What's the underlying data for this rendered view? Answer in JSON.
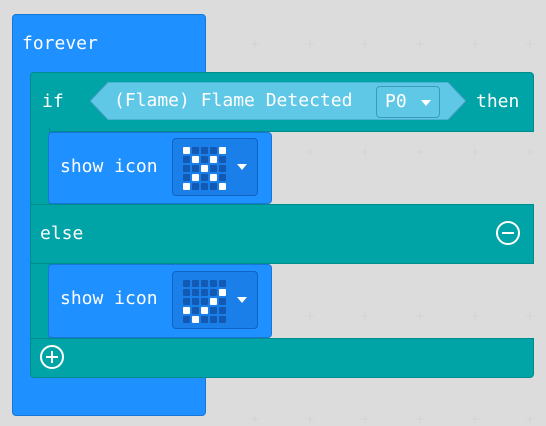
{
  "blocks": {
    "forever_label": "forever",
    "if_label": "if",
    "then_label": "then",
    "else_label": "else",
    "condition": {
      "label": "(Flame) Flame Detected",
      "pin_value": "P0"
    },
    "show_icon_1": {
      "label": "show icon",
      "icon_pattern": [
        [
          1,
          0,
          0,
          0,
          1
        ],
        [
          0,
          1,
          0,
          1,
          0
        ],
        [
          0,
          0,
          1,
          0,
          0
        ],
        [
          0,
          1,
          0,
          1,
          0
        ],
        [
          1,
          0,
          0,
          0,
          1
        ]
      ]
    },
    "show_icon_2": {
      "label": "show icon",
      "icon_pattern": [
        [
          0,
          0,
          0,
          0,
          0
        ],
        [
          0,
          0,
          0,
          0,
          1
        ],
        [
          0,
          0,
          0,
          1,
          0
        ],
        [
          1,
          0,
          1,
          0,
          0
        ],
        [
          0,
          1,
          0,
          0,
          0
        ]
      ]
    }
  },
  "colors": {
    "loops_blue": "#1e90ff",
    "logic_teal": "#00a4a6",
    "sensor_cyan": "#5ec8e6",
    "canvas_bg": "#f6f6f6"
  },
  "icons": {
    "remove_else": "minus-circle-icon",
    "add_else_if": "plus-circle-icon",
    "dropdown": "caret-down-icon"
  }
}
